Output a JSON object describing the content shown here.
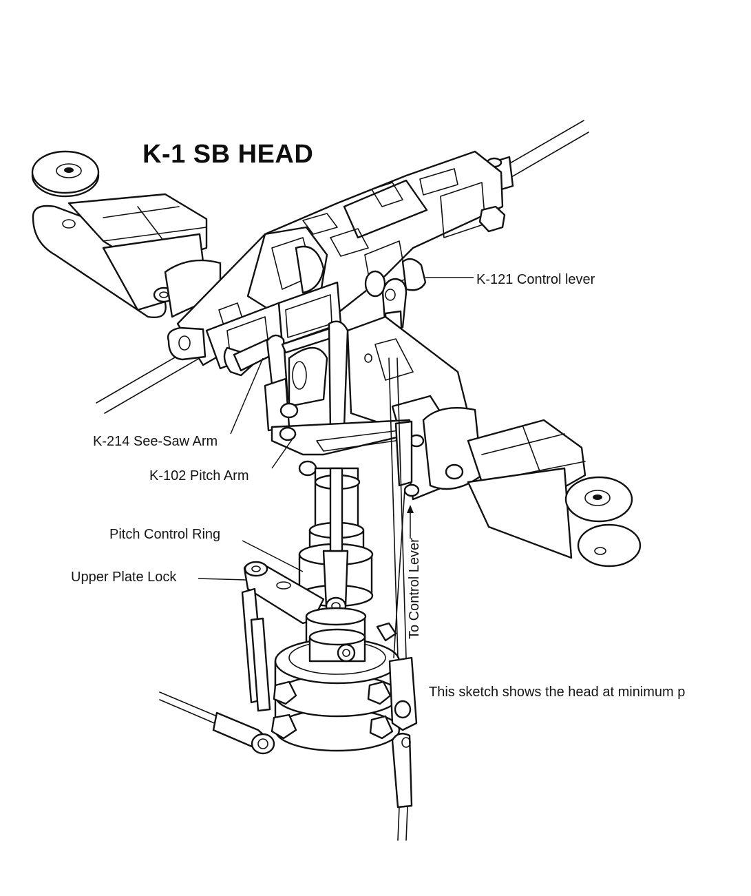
{
  "title": "K-1 SB HEAD",
  "labels": {
    "control_lever": "K-121 Control lever",
    "see_saw_arm": "K-214 See-Saw Arm",
    "pitch_arm": "K-102 Pitch Arm",
    "pitch_control_ring": "Pitch Control Ring",
    "upper_plate_lock": "Upper Plate Lock",
    "to_control_lever": "To Control Lever",
    "note": "This sketch shows the head at minimum p"
  },
  "colors": {
    "ink": "#111111",
    "paper": "#ffffff"
  }
}
